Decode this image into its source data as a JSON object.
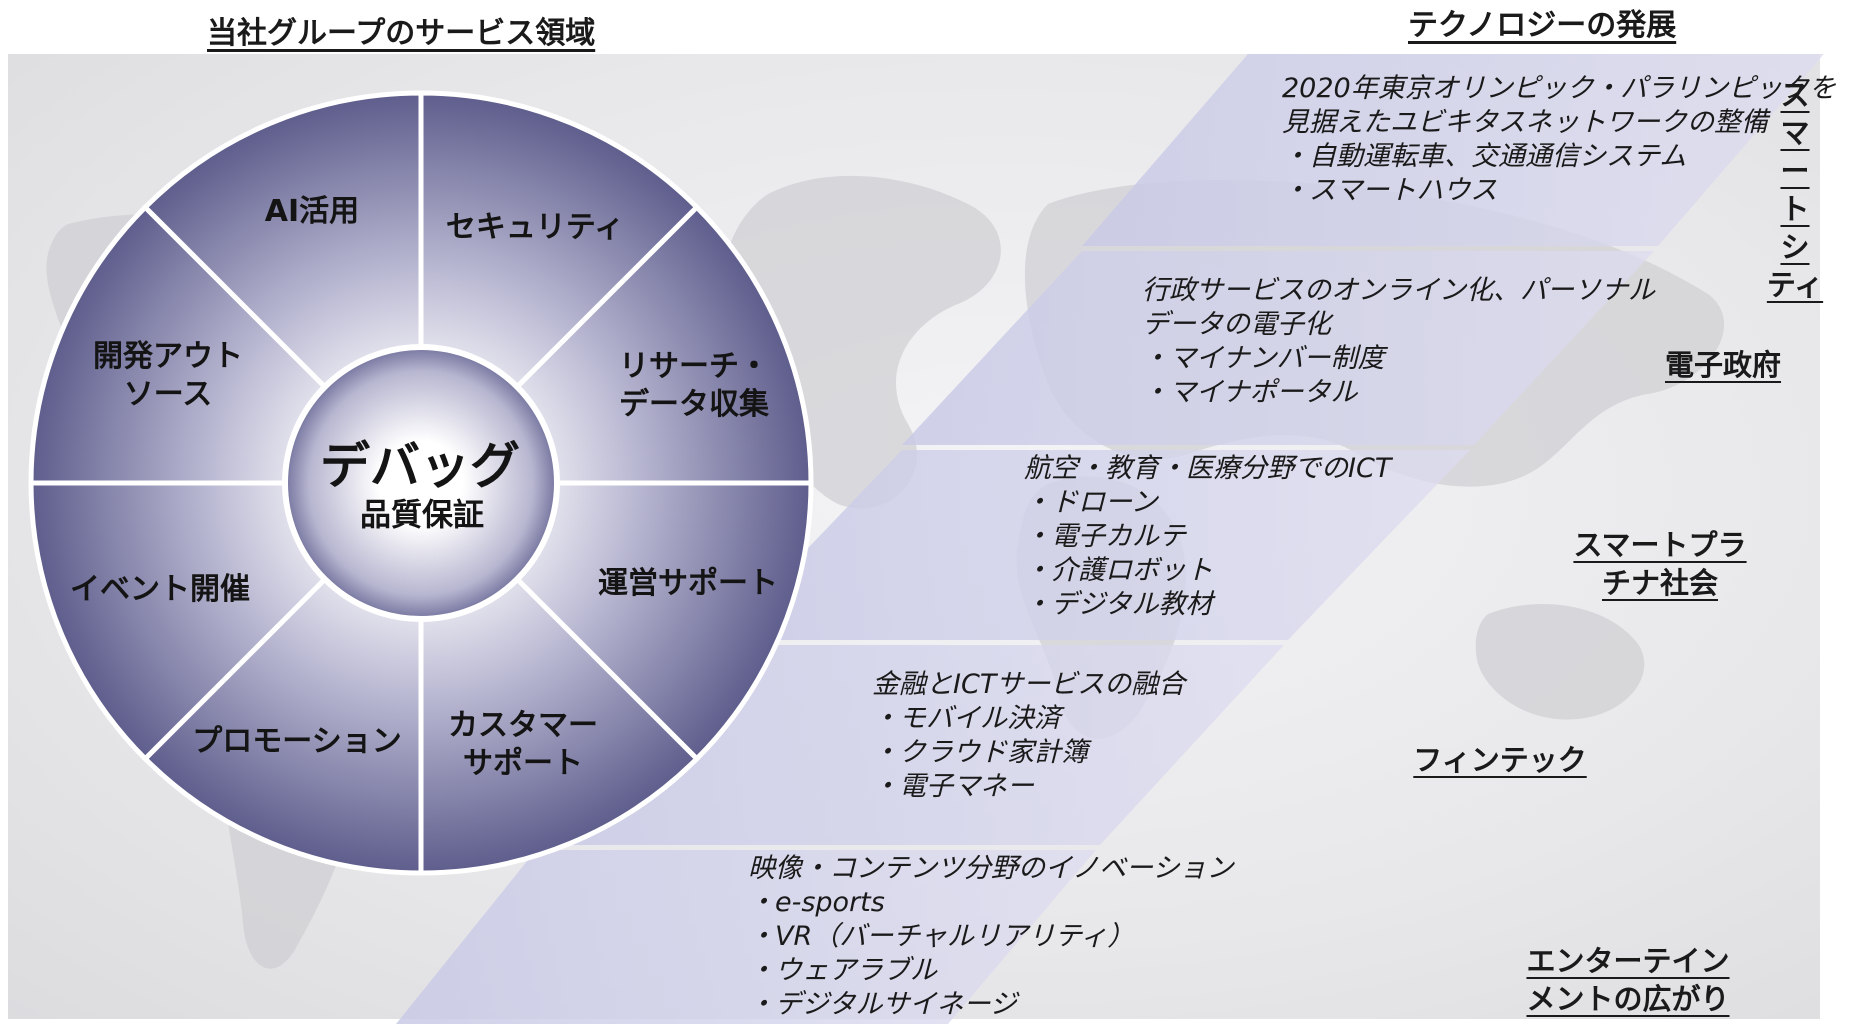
{
  "left_heading": "当社グループのサービス領域",
  "right_heading": "テクノロジーの発展",
  "center": {
    "main": "デバッグ",
    "sub": "品質保証"
  },
  "segments": [
    {
      "label": "AI活用"
    },
    {
      "label": "セキュリティ"
    },
    {
      "label": "リサーチ・\nデータ収集"
    },
    {
      "label": "運営サポート"
    },
    {
      "label": "カスタマー\nサポート"
    },
    {
      "label": "プロモーション"
    },
    {
      "label": "イベント開催"
    },
    {
      "label": "開発アウト\nソース"
    }
  ],
  "stages": [
    {
      "label": "スマート\nシティ",
      "lines": [
        "2020年東京オリンピック・パラリンピックを",
        "見据えたユビキタスネットワークの整備",
        "・自動運転車、交通通信システム",
        "・スマートハウス"
      ]
    },
    {
      "label": "電子政府",
      "lines": [
        "行政サービスのオンライン化、パーソナル",
        "データの電子化",
        "・マイナンバー制度",
        "・マイナポータル"
      ]
    },
    {
      "label": "スマートプラチナ社会",
      "lines": [
        "航空・教育・医療分野でのICT",
        "・ドローン",
        "・電子カルテ",
        "・介護ロボット",
        "・デジタル教材"
      ]
    },
    {
      "label": "フィンテック",
      "lines": [
        "金融とICTサービスの融合",
        "・モバイル決済",
        "・クラウド家計簿",
        "・電子マネー"
      ]
    },
    {
      "label": "エンターテインメントの広がり",
      "lines": [
        "映像・コンテンツ分野のイノベーション",
        "・e-sports",
        "・VR（バーチャルリアリティ）",
        "・ウェアラブル",
        "・デジタルサイネージ"
      ]
    }
  ],
  "colors": {
    "wheel_edge": "#5e5d8c",
    "wheel_light": "#f2f2f7",
    "band": "#d4d4ec"
  }
}
